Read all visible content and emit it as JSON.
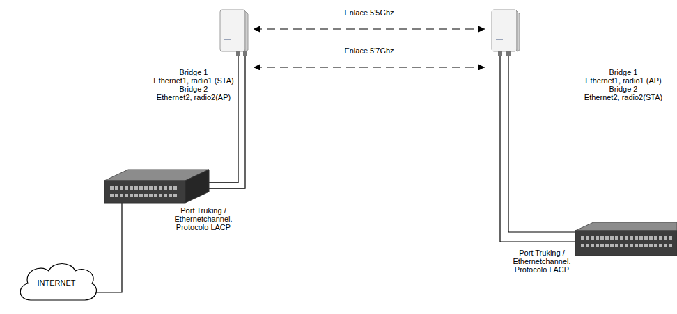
{
  "diagram": {
    "nodes": [
      {
        "text": [
          "Bridge 1",
          "Ethernet1, radio1 (STA)",
          "Bridge 2",
          "Ethernet2, radio2(AP)"
        ]
      },
      {
        "text": [
          "Bridge 1",
          "Ethernet1, radio1 (AP)",
          "Bridge 2",
          "Ethernet2, radio2(STA)"
        ]
      },
      {
        "text": [
          "Port Truking / Ethernetchannel. Protocolo LACP"
        ]
      },
      {
        "text": [
          "Port Truking / Ethernetchannel. Protocolo LACP"
        ]
      },
      {
        "text": [
          "INTERNET"
        ]
      }
    ],
    "edges": [
      {
        "from": 0,
        "to": 1,
        "arrow": "both",
        "label": "Enlace 5'5Ghz"
      },
      {
        "from": 0,
        "to": 1,
        "arrow": "both",
        "label": "Enlace 5'7Ghz"
      },
      {
        "from": 2,
        "to": 0,
        "arrow": "none"
      },
      {
        "from": 2,
        "to": 0,
        "arrow": "none"
      },
      {
        "from": 3,
        "to": 1,
        "arrow": "none"
      },
      {
        "from": 3,
        "to": 1,
        "arrow": "none"
      },
      {
        "from": 4,
        "to": 2,
        "arrow": "none"
      }
    ]
  }
}
